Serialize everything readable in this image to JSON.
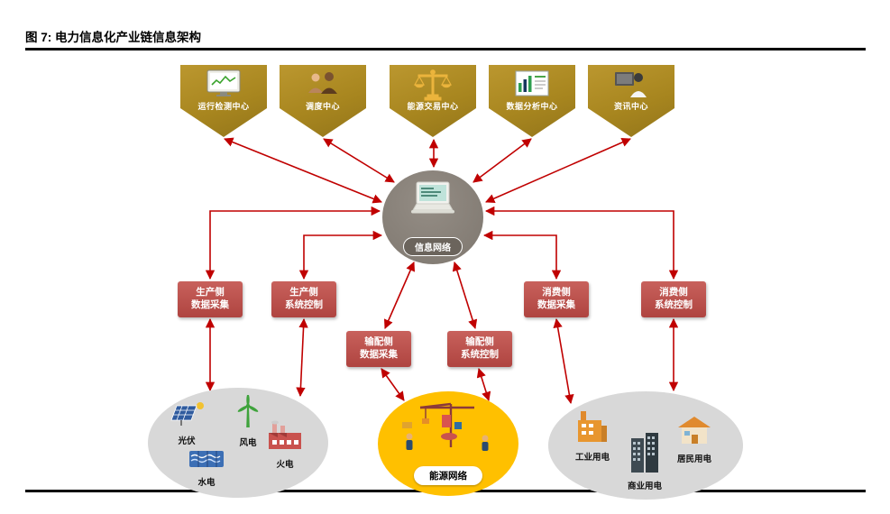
{
  "figure": {
    "title": "图 7: 电力信息化产业链信息架构"
  },
  "hub": {
    "label": "信息网络",
    "icon": "laptop-icon"
  },
  "centers": [
    {
      "label": "运行检测中心",
      "icon": "monitor-chart-icon"
    },
    {
      "label": "调度中心",
      "icon": "people-group-icon"
    },
    {
      "label": "能源交易中心",
      "icon": "balance-scales-icon"
    },
    {
      "label": "数据分析中心",
      "icon": "bar-chart-report-icon"
    },
    {
      "label": "资讯中心",
      "icon": "person-news-icon"
    }
  ],
  "link_boxes": [
    {
      "line1": "生产侧",
      "line2": "数据采集"
    },
    {
      "line1": "生产侧",
      "line2": "系统控制"
    },
    {
      "line1": "输配侧",
      "line2": "数据采集"
    },
    {
      "line1": "输配侧",
      "line2": "系统控制"
    },
    {
      "line1": "消费侧",
      "line2": "数据采集"
    },
    {
      "line1": "消费侧",
      "line2": "系统控制"
    }
  ],
  "production_side": {
    "items": [
      {
        "label": "光伏",
        "icon": "solar-panel-icon"
      },
      {
        "label": "风电",
        "icon": "wind-turbine-icon"
      },
      {
        "label": "火电",
        "icon": "thermal-plant-icon"
      },
      {
        "label": "水电",
        "icon": "hydro-power-icon"
      }
    ]
  },
  "energy_network": {
    "label": "能源网络",
    "icon": "construction-crane-icon"
  },
  "consumption_side": {
    "items": [
      {
        "label": "工业用电",
        "icon": "industrial-building-icon"
      },
      {
        "label": "商业用电",
        "icon": "commercial-buildings-icon"
      },
      {
        "label": "居民用电",
        "icon": "residential-house-icon"
      }
    ]
  },
  "colors": {
    "pentagon": "#A8861F",
    "hub_circle": "#8A837B",
    "hub_pill": "#6B645C",
    "link_box": "#BE4B48",
    "arrow": "#C00000",
    "side_ellipse": "#D8D8D8",
    "network_ellipse": "#FFC000"
  }
}
